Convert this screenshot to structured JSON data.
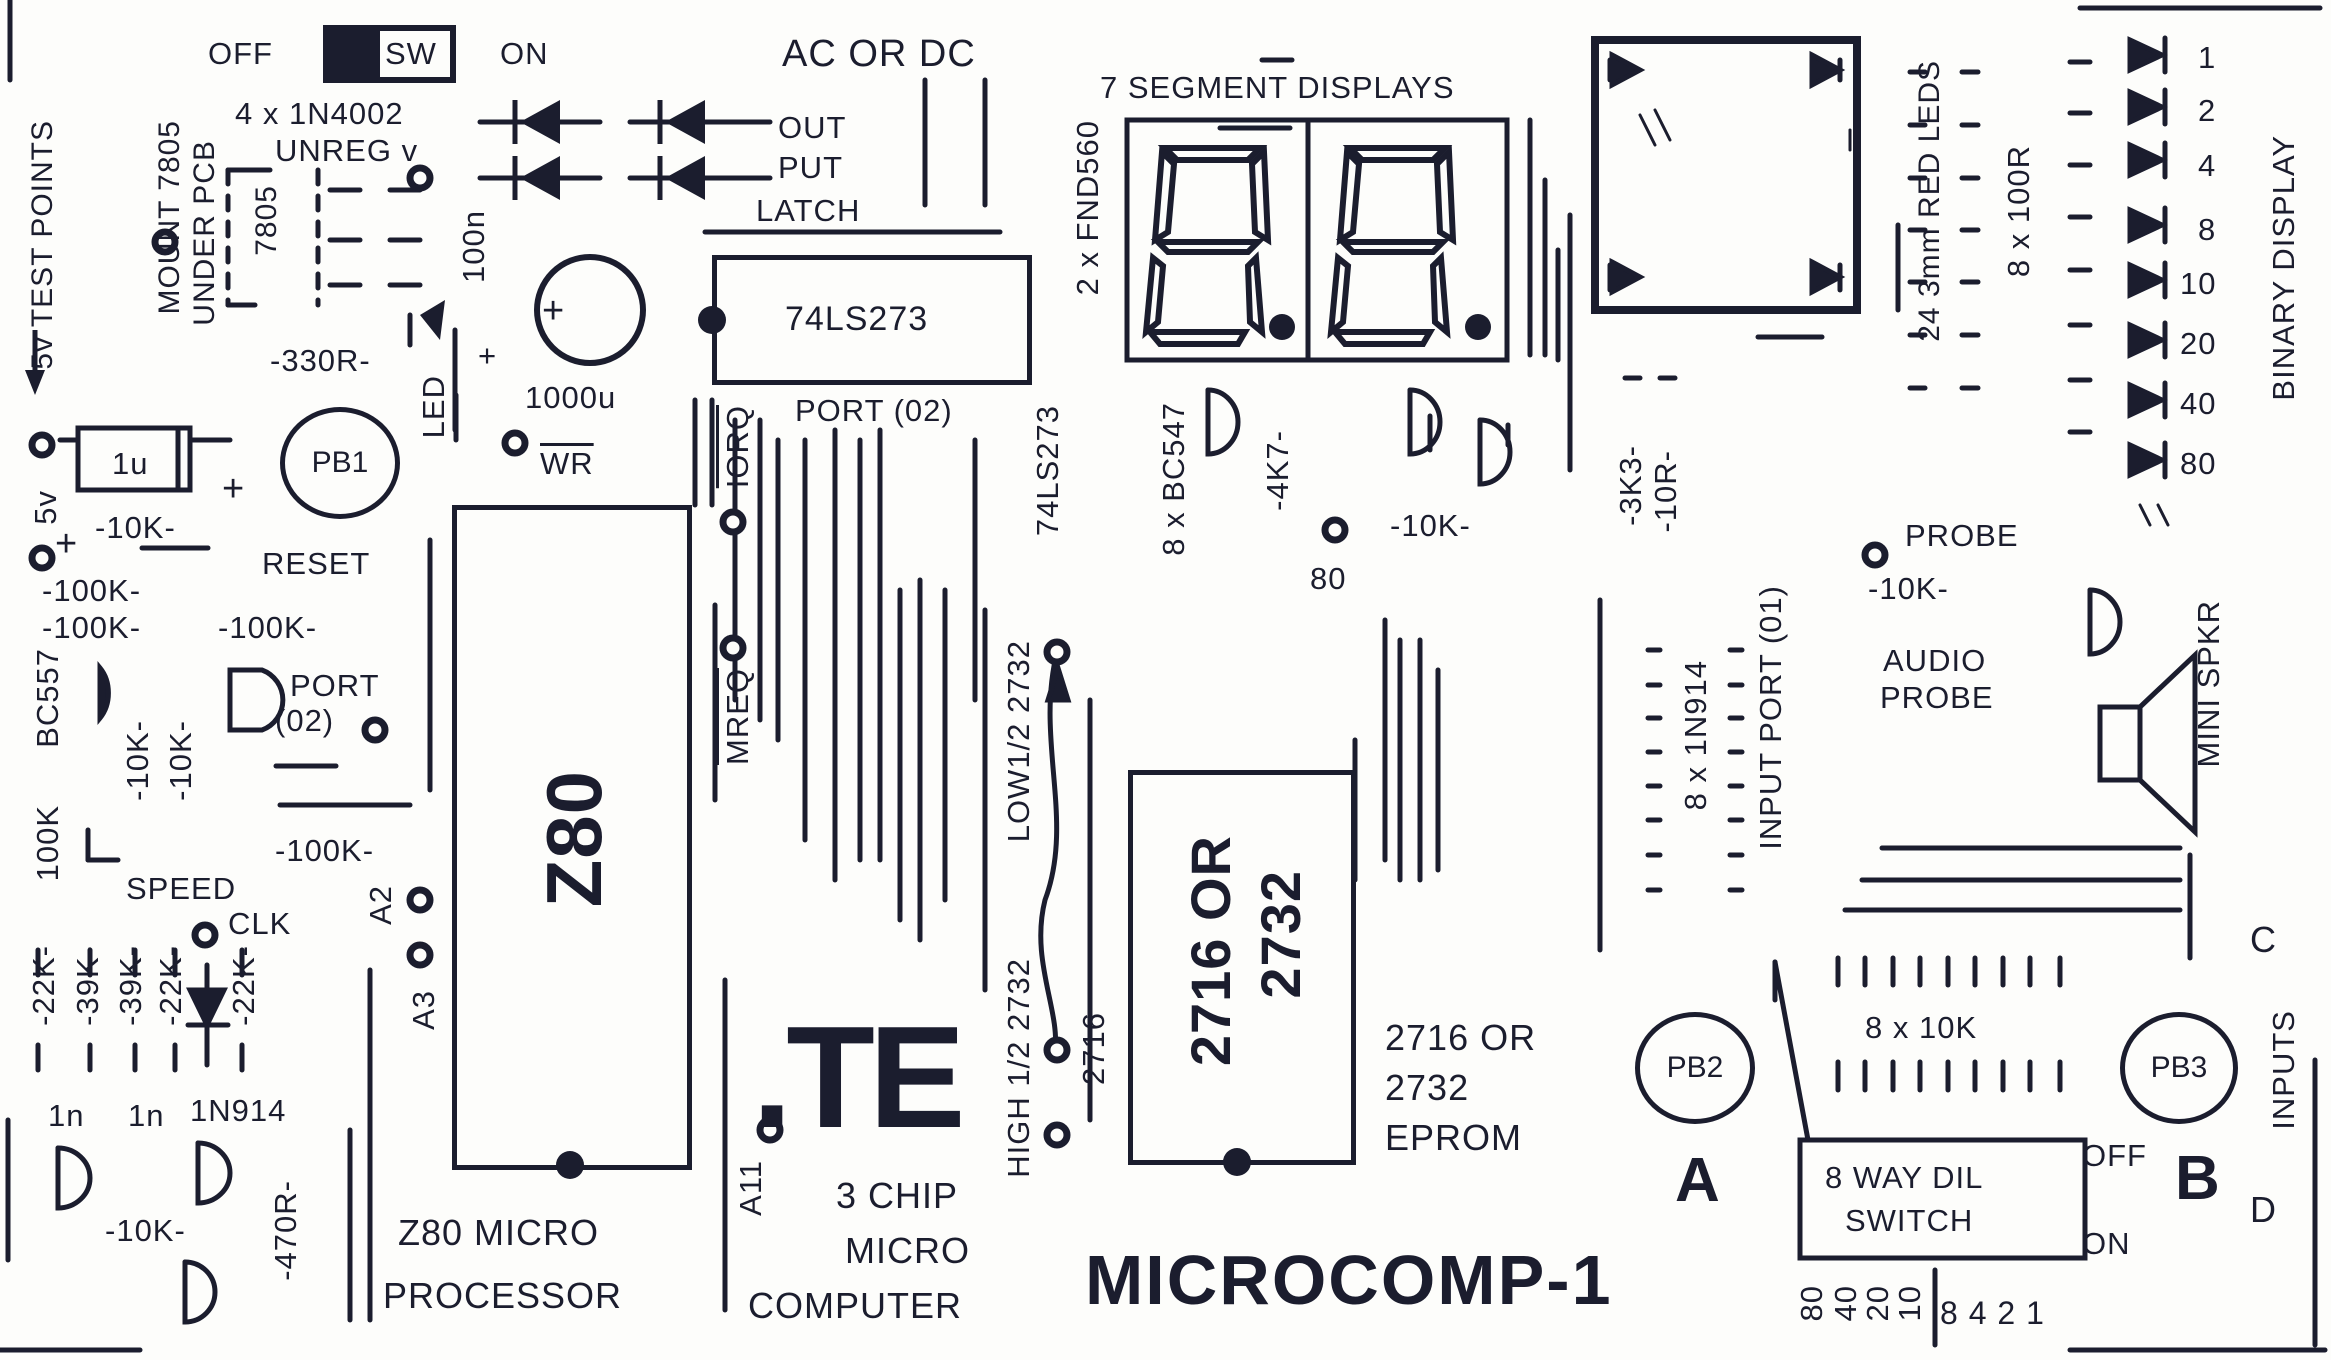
{
  "colors": {
    "ink": "#1b1d2e",
    "paper": "#fdfdfb"
  },
  "power": {
    "off": "OFF",
    "sw": "SW",
    "on": "ON",
    "diodes": "4 x 1N4002",
    "unreg": "UNREG v",
    "ac_dc": "AC OR DC",
    "out": "OUT",
    "put": "PUT",
    "mount": "MOUNT 7805",
    "under_pcb": "UNDER PCB",
    "reg": "7805",
    "cap_100n": "100n",
    "cap_1000u": "1000u",
    "r_330": "-330R-",
    "led": "LED",
    "test_points": "5v TEST POINTS",
    "five_v": "5v",
    "cap_1u": "1u"
  },
  "reset": {
    "pb1": "PB1",
    "label": "RESET",
    "r1": "-10K-",
    "r2": "-100K-",
    "r3": "-100K-",
    "r4": "-100K-",
    "bc557": "BC557",
    "port": "PORT",
    "port_num": "(02)",
    "r5": "-10K-",
    "r6": "-10K-",
    "r7": "100K",
    "r8": "-100K-"
  },
  "clock": {
    "speed": "SPEED",
    "clk": "CLK",
    "r_22a": "-22K-",
    "r_39a": "-39K-",
    "r_39b": "-39K-",
    "r_22b": "-22K-",
    "r_22c": "-22K-",
    "c_1n_a": "1n",
    "c_1n_b": "1n",
    "diode": "1N914",
    "r_10k": "-10K-",
    "r_470": "-470R-"
  },
  "cpu": {
    "chip": "Z80",
    "a2": "A2",
    "a3": "A3",
    "wr": "WR",
    "iorq": "IORQ",
    "mreq": "MREQ",
    "caption1": "Z80 MICRO",
    "caption2": "PROCESSOR"
  },
  "latch": {
    "label": "LATCH",
    "chip": "74LS273",
    "port": "PORT (02)",
    "side": "74LS273"
  },
  "brand": {
    "logo": ".TE",
    "line1": "3 CHIP",
    "line2": "MICRO",
    "line3": "COMPUTER",
    "a11": "A11"
  },
  "jumper": {
    "low": "LOW1/2 2732",
    "high": "HIGH 1/2 2732",
    "c2716": "2716"
  },
  "eprom": {
    "chip1": "2716 OR",
    "chip2": "2732",
    "label1": "2716 OR",
    "label2": "2732",
    "label3": "EPROM"
  },
  "display": {
    "title": "7 SEGMENT DISPLAYS",
    "fnd": "2 x FND560",
    "transistors": "8 x BC547",
    "r_4k7": "-4K7-",
    "pin80": "80",
    "r_10k": "-10K-",
    "digit1": "8.",
    "digit2": "8."
  },
  "input": {
    "r_3k3": "-3K3-",
    "r_10r": "-10R-",
    "port": "INPUT PORT (01)",
    "diodes": "8 x 1N914",
    "resistors": "8 x 10K",
    "dil1": "8 WAY DIL",
    "dil2": "SWITCH",
    "off": "OFF",
    "on": "ON",
    "a": "A",
    "b": "B",
    "c": "C",
    "d": "D",
    "pb2": "PB2",
    "pb3": "PB3",
    "inputs": "INPUTS",
    "w80": "80",
    "w40": "40",
    "w20": "20",
    "w10": "10",
    "w8421": "8 4 2 1"
  },
  "leds": {
    "red": "24 3mm RED LEDS",
    "res": "8 x 100R",
    "binary": "BINARY DISPLAY",
    "values": [
      "1",
      "2",
      "4",
      "8",
      "10",
      "20",
      "40",
      "80"
    ]
  },
  "probe": {
    "label": "PROBE",
    "r_10k": "-10K-",
    "audio1": "AUDIO",
    "audio2": "PROBE",
    "spkr": "MINI SPKR"
  },
  "title": "MICROCOMP-1"
}
